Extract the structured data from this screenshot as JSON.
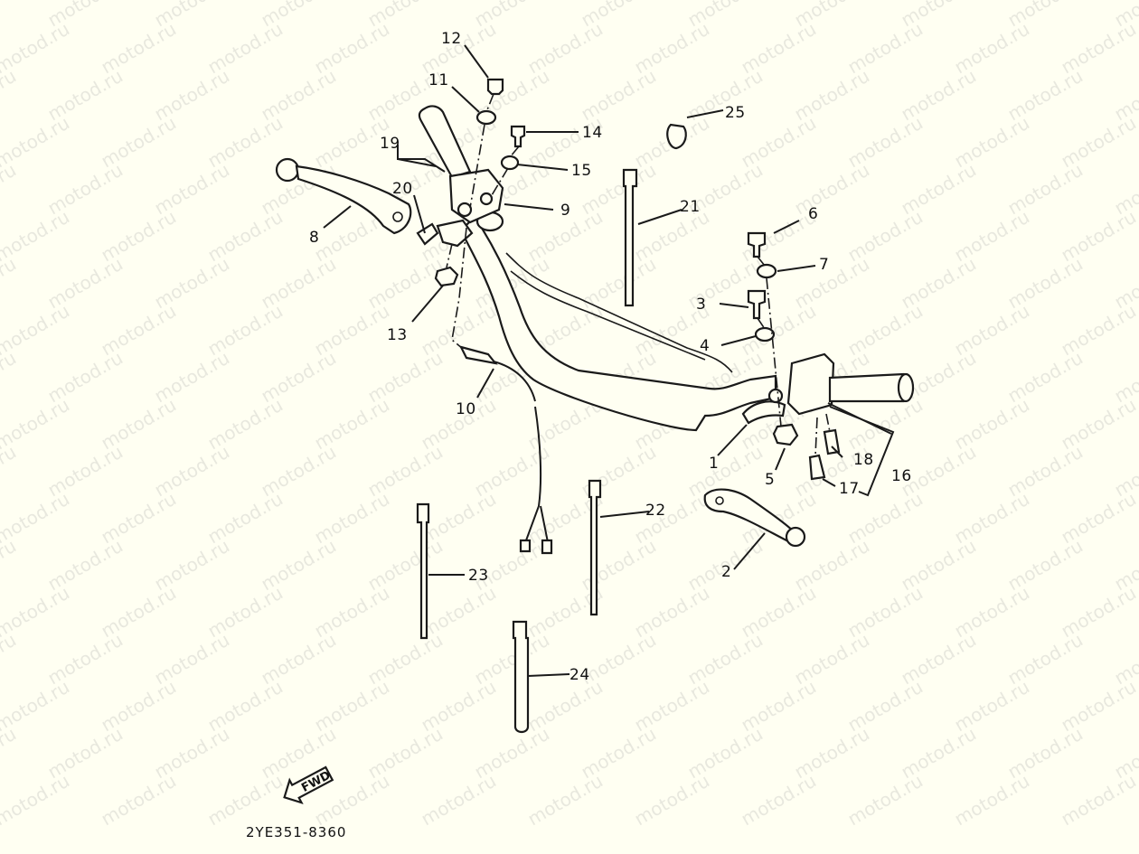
{
  "watermark": "motod.ru",
  "diagram_code": "2YE351-8360",
  "direction_arrow": "FWD",
  "callouts": [
    "1",
    "2",
    "3",
    "4",
    "5",
    "6",
    "7",
    "8",
    "9",
    "10",
    "11",
    "12",
    "13",
    "14",
    "15",
    "16",
    "17",
    "18",
    "19",
    "20",
    "21",
    "22",
    "23",
    "24",
    "25"
  ]
}
